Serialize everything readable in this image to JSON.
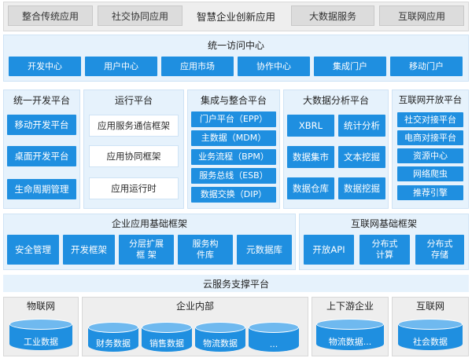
{
  "top_bar": {
    "items": [
      "整合传统应用",
      "社交协同应用",
      "智慧企业创新应用",
      "大数据服务",
      "互联网应用"
    ]
  },
  "access_center": {
    "title": "统一访问中心",
    "items": [
      "开发中心",
      "用户中心",
      "应用市场",
      "协作中心",
      "集成门户",
      "移动门户"
    ]
  },
  "platforms": [
    {
      "title": "统一开发平台",
      "items": [
        "移动开发平台",
        "桌面开发平台",
        "生命周期管理"
      ]
    },
    {
      "title": "运行平台",
      "items": [
        "应用服务通信框架",
        "应用协同框架",
        "应用运行时"
      ]
    },
    {
      "title": "集成与整合平台",
      "items": [
        "门户平台（EPP）",
        "主数据（MDM）",
        "业务流程（BPM）",
        "服务总线（ESB）",
        "数据交换（DIP）"
      ]
    },
    {
      "title": "大数据分析平台",
      "items": [
        "XBRL",
        "统计分析",
        "数据集市",
        "文本挖掘",
        "数据仓库",
        "数据挖掘"
      ]
    },
    {
      "title": "互联网开放平台",
      "items": [
        "社交对接平台",
        "电商对接平台",
        "资源中心",
        "网络爬虫",
        "推荐引擎"
      ]
    }
  ],
  "enterprise_framework": {
    "title": "企业应用基础框架",
    "items": [
      "安全管理",
      "开发框架",
      "分层扩展\n框  架",
      "服务构\n件库",
      "元数据库"
    ]
  },
  "internet_framework": {
    "title": "互联网基础框架",
    "items": [
      "开放API",
      "分布式\n计算",
      "分布式\n存储"
    ]
  },
  "cloud": {
    "title": "云服务支撑平台"
  },
  "data_sources": [
    {
      "title": "物联网",
      "dbs": [
        "工业数据"
      ]
    },
    {
      "title": "企业内部",
      "dbs": [
        "财务数据",
        "销售数据",
        "物流数据",
        "..."
      ]
    },
    {
      "title": "上下游企业",
      "dbs": [
        "物流数据..."
      ]
    },
    {
      "title": "互联网",
      "dbs": [
        "社会数据"
      ]
    }
  ],
  "colors": {
    "accent": "#1f8fe0",
    "panel": "#e6f2fc",
    "gray": "#dcdcdc"
  }
}
